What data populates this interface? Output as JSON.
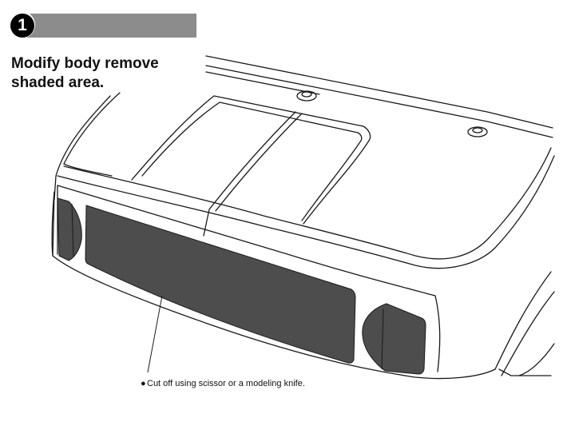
{
  "step": {
    "number": "1",
    "instruction": "Modify body remove shaded area."
  },
  "note": {
    "bullet": "●",
    "text": "Cut off using scissor or a modeling knife."
  },
  "colors": {
    "shaded": "#4d4d4d",
    "header_bar": "#8c8c8c",
    "outline": "#1a1a1a"
  }
}
